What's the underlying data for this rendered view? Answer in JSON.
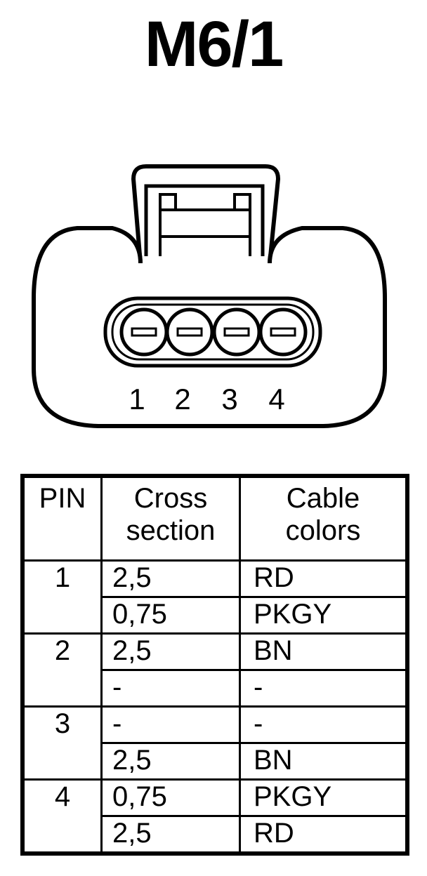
{
  "title": "M6/1",
  "connector": {
    "pin_numbers": [
      "1",
      "2",
      "3",
      "4"
    ]
  },
  "table": {
    "headers": {
      "pin": "PIN",
      "cross_section": [
        "Cross",
        "section"
      ],
      "cable_colors": [
        "Cable",
        "colors"
      ]
    },
    "rows": [
      {
        "pin": "1",
        "entries": [
          {
            "cross_section": "2,5",
            "color": "RD"
          },
          {
            "cross_section": "0,75",
            "color": "PKGY"
          }
        ]
      },
      {
        "pin": "2",
        "entries": [
          {
            "cross_section": "2,5",
            "color": "BN"
          },
          {
            "cross_section": "-",
            "color": "-"
          }
        ]
      },
      {
        "pin": "3",
        "entries": [
          {
            "cross_section": "-",
            "color": "-"
          },
          {
            "cross_section": "2,5",
            "color": "BN"
          }
        ]
      },
      {
        "pin": "4",
        "entries": [
          {
            "cross_section": "0,75",
            "color": "PKGY"
          },
          {
            "cross_section": "2,5",
            "color": "RD"
          }
        ]
      }
    ]
  }
}
